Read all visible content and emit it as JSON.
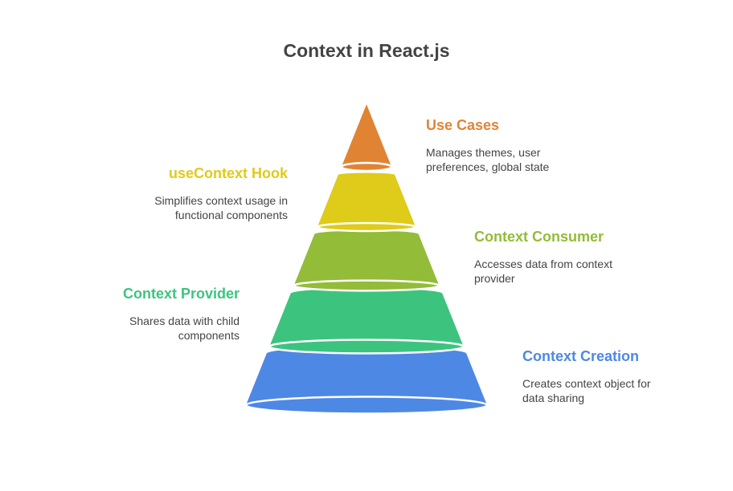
{
  "title": "Context in React.js",
  "layers": [
    {
      "heading": "Use Cases",
      "desc_lines": [
        "Manages themes, user",
        "preferences, global state"
      ],
      "color": "#E08433",
      "side": "right"
    },
    {
      "heading": "useContext Hook",
      "desc_lines": [
        "Simplifies context usage in",
        "functional components"
      ],
      "color": "#DFCB19",
      "side": "left"
    },
    {
      "heading": "Context Consumer",
      "desc_lines": [
        "Accesses data from context",
        "provider"
      ],
      "color": "#93BC38",
      "side": "right"
    },
    {
      "heading": "Context Provider",
      "desc_lines": [
        "Shares data with child",
        "components"
      ],
      "color": "#3CC47F",
      "side": "left"
    },
    {
      "heading": "Context Creation",
      "desc_lines": [
        "Creates context object for",
        "data sharing"
      ],
      "color": "#4D88E5",
      "side": "right"
    }
  ]
}
